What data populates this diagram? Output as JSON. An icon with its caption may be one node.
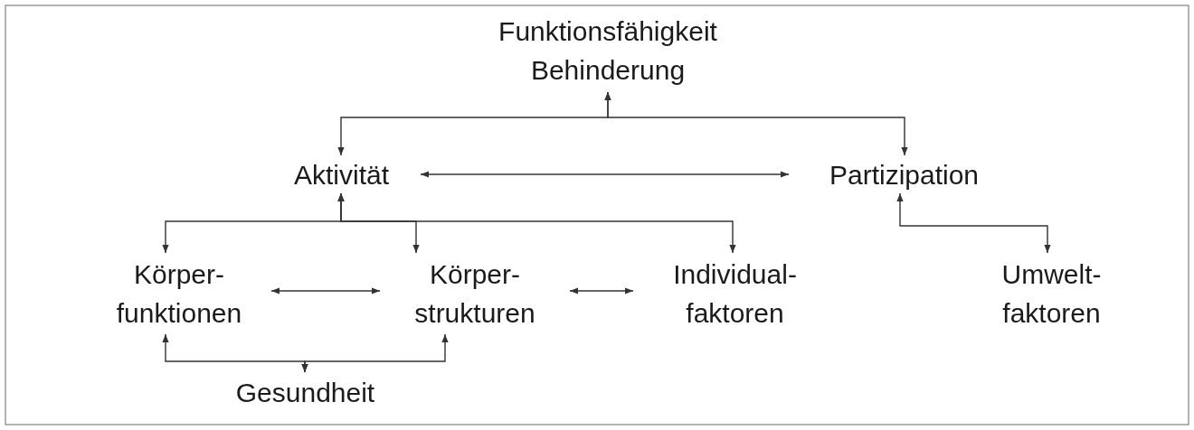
{
  "diagram": {
    "nodes": [
      {
        "text": [
          "Funktionsfähigkeit Behinderung"
        ]
      },
      {
        "text": [
          "Aktivität"
        ]
      },
      {
        "text": [
          "Partizipation"
        ]
      },
      {
        "text": [
          "Körper- funktionen"
        ]
      },
      {
        "text": [
          "Körper- strukturen"
        ]
      },
      {
        "text": [
          "Individual- faktoren"
        ]
      },
      {
        "text": [
          "Umwelt- faktoren"
        ]
      },
      {
        "text": [
          "Gesundheit"
        ]
      }
    ],
    "edges": [
      {
        "from": 0,
        "to": 1,
        "arrow": "both"
      },
      {
        "from": 0,
        "to": 2,
        "arrow": "both"
      },
      {
        "from": 1,
        "to": 2,
        "arrow": "both"
      },
      {
        "from": 1,
        "to": 3,
        "arrow": "both"
      },
      {
        "from": 1,
        "to": 4,
        "arrow": "both"
      },
      {
        "from": 1,
        "to": 5,
        "arrow": "both"
      },
      {
        "from": 3,
        "to": 4,
        "arrow": "both"
      },
      {
        "from": 4,
        "to": 5,
        "arrow": "both"
      },
      {
        "from": 2,
        "to": 6,
        "arrow": "both"
      },
      {
        "from": 7,
        "to": 3,
        "arrow": "both"
      },
      {
        "from": 7,
        "to": 4,
        "arrow": "both"
      }
    ]
  }
}
